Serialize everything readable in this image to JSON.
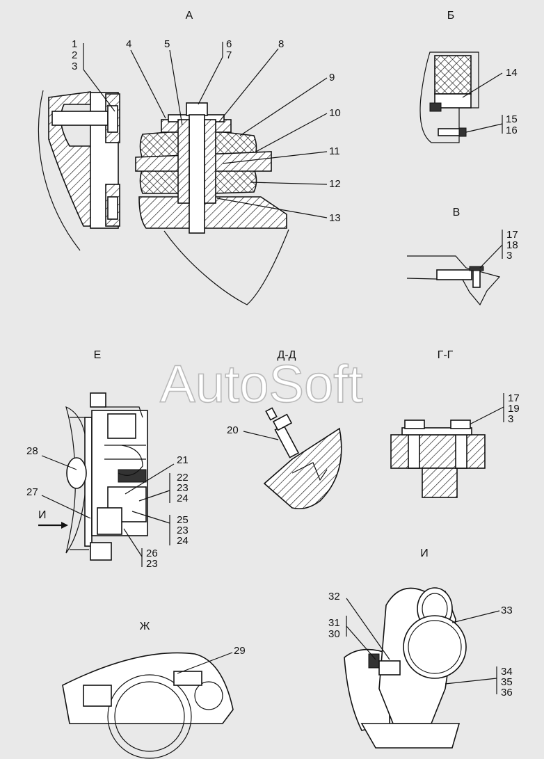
{
  "views": {
    "a": "А",
    "b": "Б",
    "v": "В",
    "e": "Е",
    "dd": "Д-Д",
    "gg": "Г-Г",
    "zh": "Ж",
    "i": "И"
  },
  "arrow_label": "И",
  "watermark": "AutoSoft",
  "labels": {
    "p1": "1",
    "p2": "2",
    "p3": "3",
    "p4": "4",
    "p5": "5",
    "p6": "6",
    "p7": "7",
    "p8": "8",
    "p9": "9",
    "p10": "10",
    "p11": "11",
    "p12": "12",
    "p13": "13",
    "p14": "14",
    "p15": "15",
    "p16": "16",
    "v17": "17",
    "v18": "18",
    "v3": "3",
    "p20": "20",
    "p21": "21",
    "p22": "22",
    "p23a": "23",
    "p24a": "24",
    "p25": "25",
    "p23b": "23",
    "p24b": "24",
    "p26": "26",
    "p23c": "23",
    "p27": "27",
    "p28": "28",
    "g17": "17",
    "g19": "19",
    "g3": "3",
    "p29": "29",
    "p30": "30",
    "p31": "31",
    "p32": "32",
    "p33": "33",
    "p34": "34",
    "p35": "35",
    "p36": "36"
  }
}
